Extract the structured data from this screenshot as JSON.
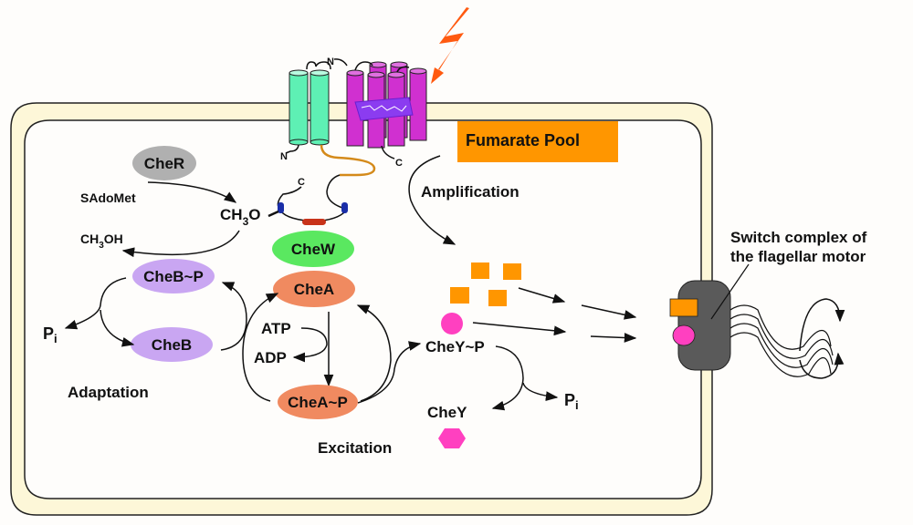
{
  "diagram": {
    "title_region": "Bacterial chemotaxis signaling with sensory rhodopsin",
    "colors": {
      "membrane_fill": "#fdf7d8",
      "membrane_stroke": "#222222",
      "transducer_helix": "#5ef0b4",
      "rhodopsin_helix": "#d030d0",
      "retinal": "#8b3cf0",
      "light_bolt": "#ff5a10",
      "linker": "#d48a1a",
      "methyl_site": "#1a2ea8",
      "signal_domain": "#c8331a",
      "cher": "#b0b0b0",
      "chew": "#5ae860",
      "chea": "#f08a60",
      "cheb": "#c9a6f2",
      "fumarate": "#ff9600",
      "chey": "#ff40c0",
      "motor": "#5a5a5a"
    },
    "proteins": {
      "cher": "CheR",
      "chew": "CheW",
      "chea": "CheA",
      "chea_p": "CheA~P",
      "cheb_p": "CheB~P",
      "cheb": "CheB",
      "chey_p": "CheY~P",
      "chey": "CheY"
    },
    "metabolites": {
      "sadomet": "SAdoMet",
      "ch3o_main": "CH",
      "ch3o_sub": "3",
      "ch3o_tail": "O",
      "ch3oh_main": "CH",
      "ch3oh_sub": "3",
      "ch3oh_tail": "OH",
      "atp": "ATP",
      "adp": "ADP",
      "pi_left_main": "P",
      "pi_left_sub": "i",
      "pi_right_main": "P",
      "pi_right_sub": "i"
    },
    "termini": {
      "n_transducer": "N",
      "n_rhodopsin": "N",
      "c_rhodopsin": "C",
      "c_transducer": "C"
    },
    "labels": {
      "fumarate_pool": "Fumarate Pool",
      "amplification": "Amplification",
      "adaptation": "Adaptation",
      "excitation": "Excitation",
      "switch_line1": "Switch complex of",
      "switch_line2": "the flagellar motor"
    }
  }
}
